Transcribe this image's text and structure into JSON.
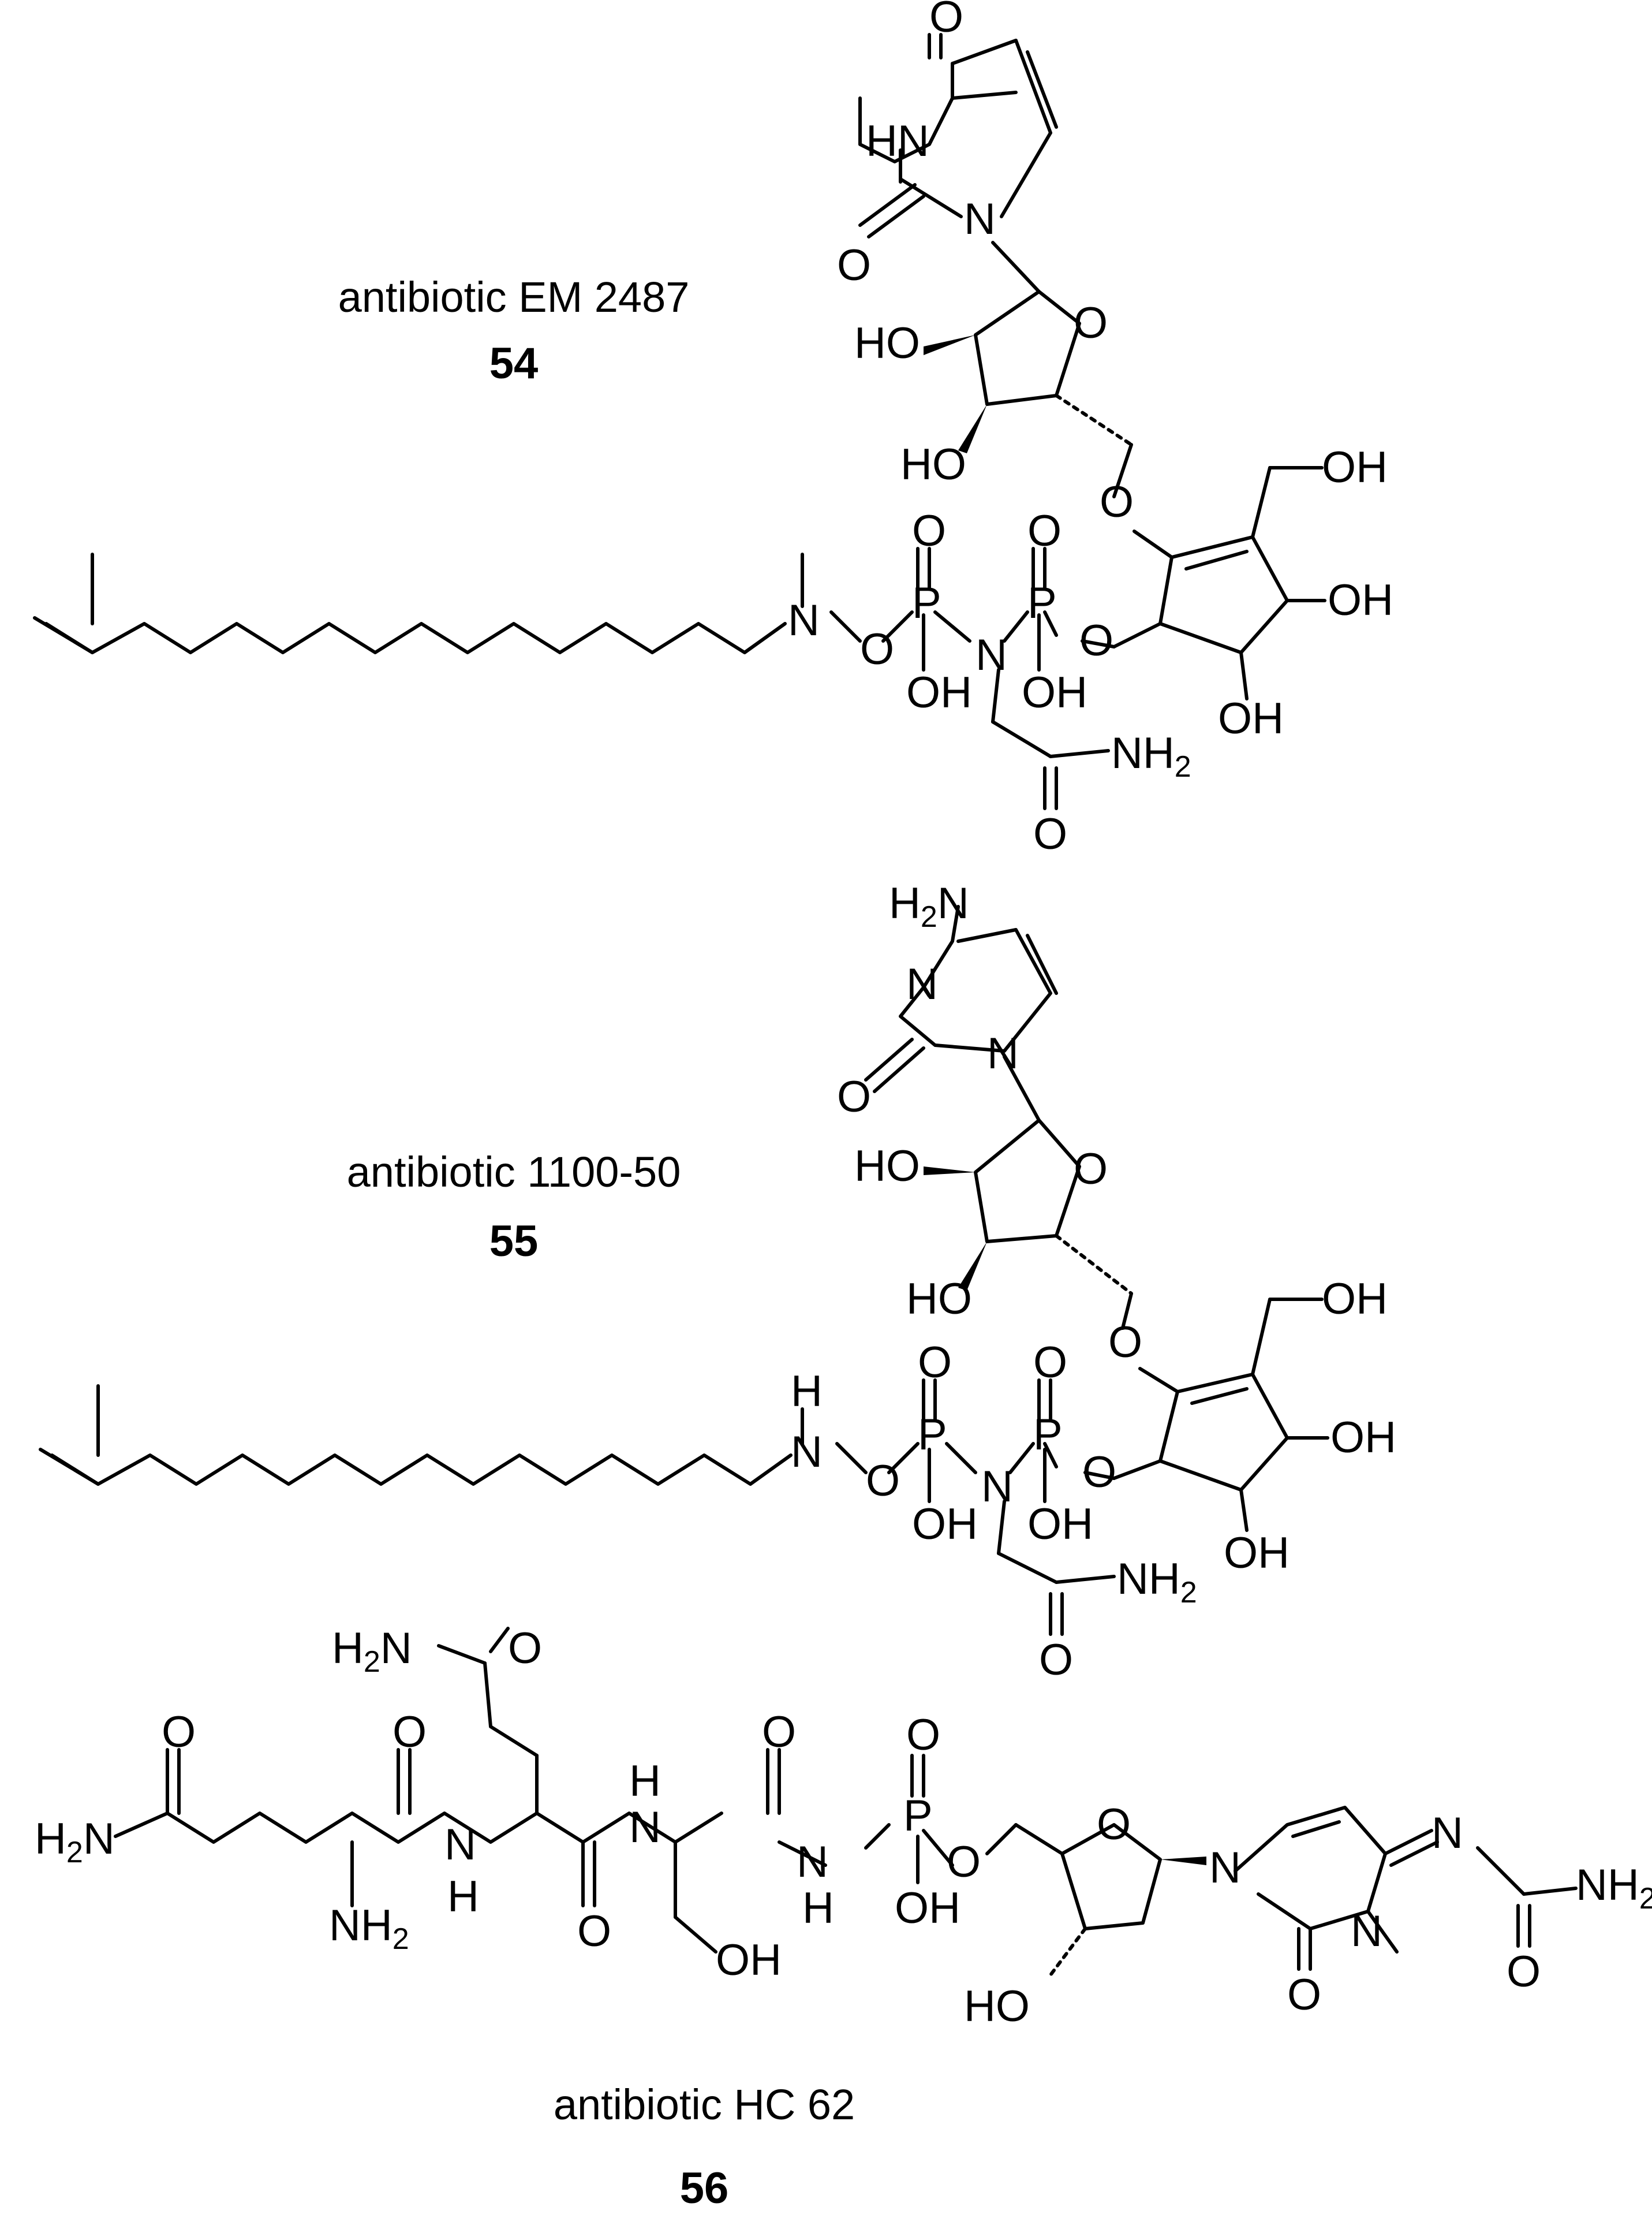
{
  "compounds": [
    {
      "caption": "antibiotic EM 2487",
      "number": "54"
    },
    {
      "caption": "antibiotic 1100-50",
      "number": "55"
    },
    {
      "caption": "antibiotic HC 62",
      "number": "56"
    }
  ],
  "labels": {
    "O": "O",
    "N": "N",
    "P": "P",
    "HN": "HN",
    "H": "H",
    "HO": "HO",
    "OH": "OH",
    "NH": "NH",
    "NH2_main": "NH",
    "H2N_main": "H",
    "N_tail": "N",
    "two": "2"
  }
}
